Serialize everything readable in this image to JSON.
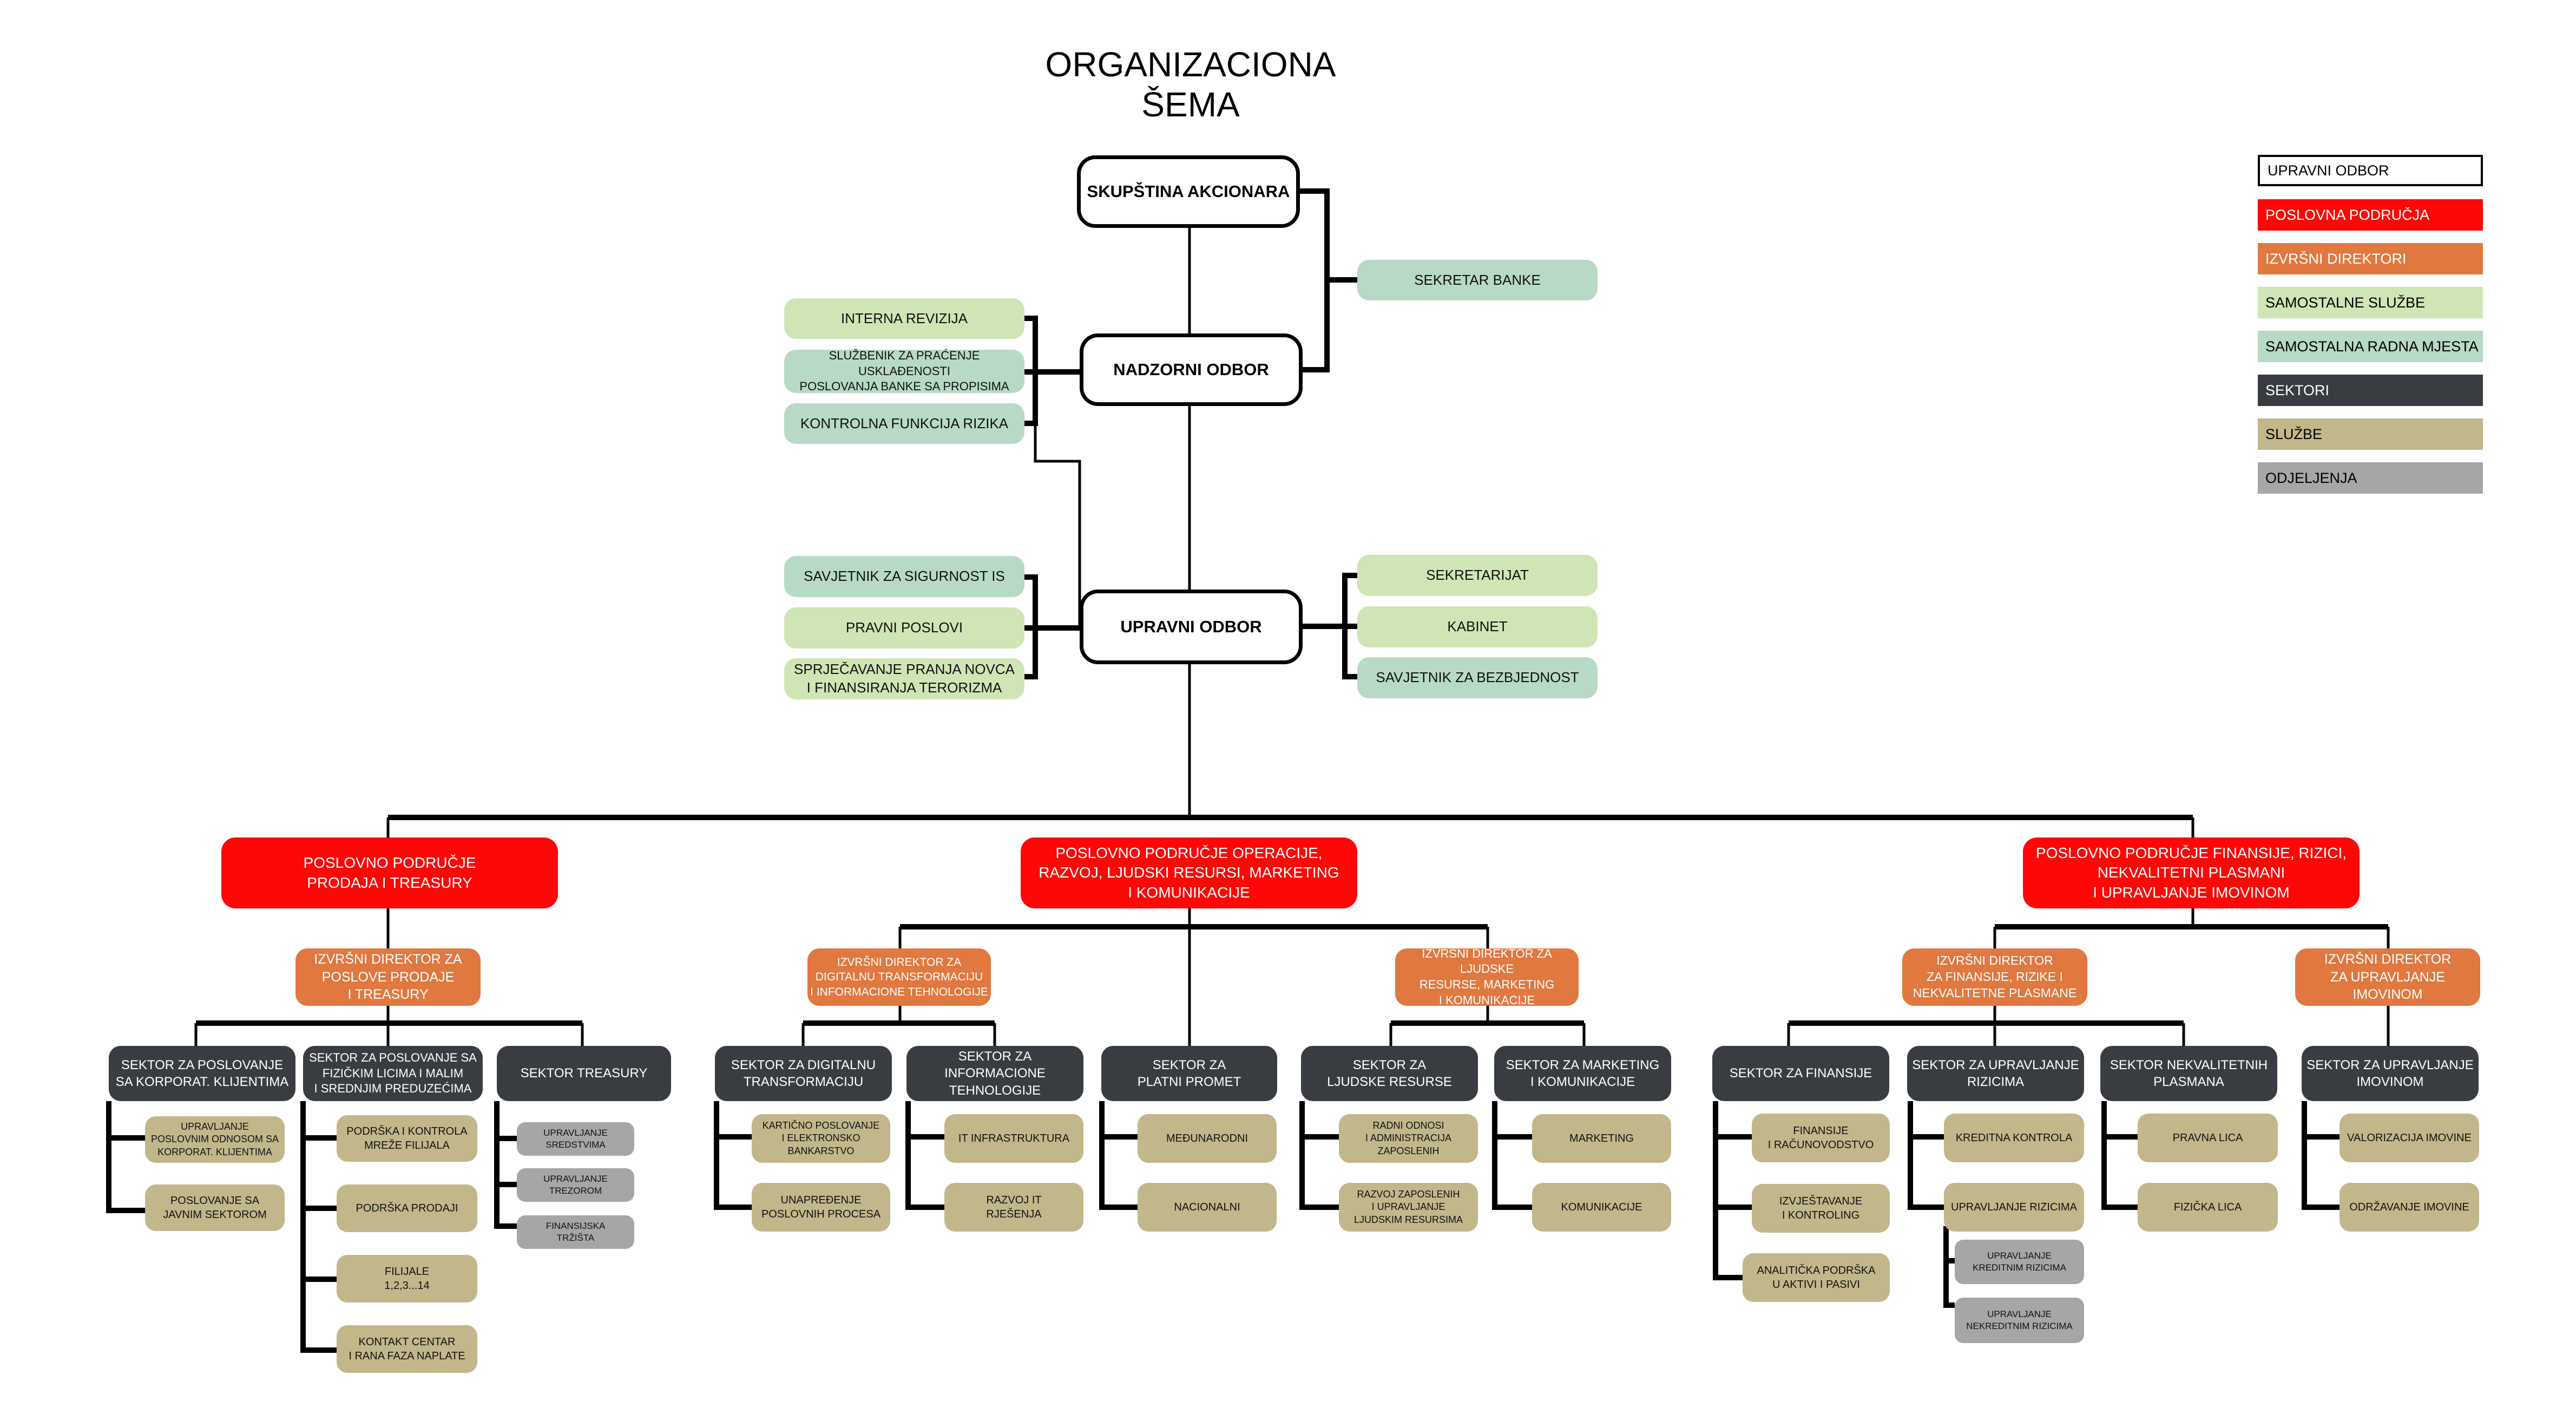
{
  "title": "ORGANIZACIONA ŠEMA",
  "legend": [
    {
      "label": "UPRAVNI ODBOR",
      "color": "#ffffff"
    },
    {
      "label": "POSLOVNA PODRUČJA",
      "color": "#ff0707"
    },
    {
      "label": "IZVRŠNI DIREKTORI",
      "color": "#e07840"
    },
    {
      "label": "SAMOSTALNE SLUŽBE",
      "color": "#d0e5b5"
    },
    {
      "label": "SAMOSTALNA RADNA MJESTA",
      "color": "#b8d9c5"
    },
    {
      "label": "SEKTORI",
      "color": "#393d42"
    },
    {
      "label": "SLUŽBE",
      "color": "#c2b78a"
    },
    {
      "label": "ODJELJENJA",
      "color": "#a6a6a6"
    }
  ],
  "governance": {
    "skupstina": "SKUPŠTINA AKCIONARA",
    "sekretar_banke": "SEKRETAR BANKE",
    "nadzorni": "NADZORNI ODBOR",
    "nadzorni_left": [
      "INTERNA REVIZIJA",
      "SLUŽBENIK ZA PRAĆENJE USKLAĐENOSTI\nPOSLOVANJA BANKE SA PROPISIMA",
      "KONTROLNA FUNKCIJA RIZIKA"
    ],
    "upravni": "UPRAVNI ODBOR",
    "upravni_left": [
      "SAVJETNIK ZA SIGURNOST IS",
      "PRAVNI POSLOVI",
      "SPRJEČAVANJE PRANJA NOVCA\nI FINANSIRANJA TERORIZMA"
    ],
    "upravni_right": [
      "SEKRETARIJAT",
      "KABINET",
      "SAVJETNIK ZA BEZBJEDNOST"
    ]
  },
  "areas": [
    {
      "name": "POSLOVNO PODRUČJE\nPRODAJA I TREASURY",
      "directors": [
        {
          "name": "IZVRŠNI DIREKTOR ZA\nPOSLOVE PRODAJE\nI TREASURY",
          "sectors": [
            {
              "name": "SEKTOR ZA POSLOVANJE\nSA KORPORAT. KLIJENTIMA",
              "units": [
                "UPRAVLJANJE\nPOSLOVNIM ODNOSOM SA\nKORPORAT. KLIJENTIMA",
                "POSLOVANJE SA\nJAVNIM SEKTOROM"
              ]
            },
            {
              "name": "SEKTOR ZA POSLOVANJE SA\nFIZIČKIM LICIMA I MALIM\nI SREDNJIM PREDUZEĆIMA",
              "units": [
                "PODRŠKA I KONTROLA\nMREŽE FILIJALA",
                "PODRŠKA PRODAJI",
                "FILIJALE\n1,2,3...14",
                "KONTAKT CENTAR\nI RANA FAZA NAPLATE"
              ]
            },
            {
              "name": "SEKTOR TREASURY",
              "departments": [
                "UPRAVLJANJE\nSREDSTVIMA",
                "UPRAVLJANJE\nTREZOROM",
                "FINANSIJSKA\nTRŽIŠTA"
              ]
            }
          ]
        }
      ]
    },
    {
      "name": "POSLOVNO PODRUČJE OPERACIJE,\nRAZVOJ, LJUDSKI RESURSI, MARKETING\nI KOMUNIKACIJE",
      "directors": [
        {
          "name": "IZVRŠNI DIREKTOR ZA\nDIGITALNU TRANSFORMACIJU\nI INFORMACIONE TEHNOLOGIJE",
          "sectors": [
            {
              "name": "SEKTOR ZA DIGITALNU\nTRANSFORMACIJU",
              "units": [
                "KARTIČNO POSLOVANJE\nI ELEKTRONSKO\nBANKARSTVO",
                "UNAPREĐENJE\nPOSLOVNIH PROCESA"
              ]
            },
            {
              "name": "SEKTOR ZA INFORMACIONE\nTEHNOLOGIJE",
              "units": [
                "IT INFRASTRUKTURA",
                "RAZVOJ IT\nRJEŠENJA"
              ]
            }
          ]
        },
        {
          "name": "IZVRŠNI DIREKTOR ZA LJUDSKE\nRESURSE, MARKETING\nI KOMUNIKACIJE",
          "sectors": [
            {
              "name": "SEKTOR ZA\nLJUDSKE RESURSE",
              "units": [
                "RADNI ODNOSI\nI ADMINISTRACIJA\nZAPOSLENIH",
                "RAZVOJ ZAPOSLENIH\nI UPRAVLJANJE\nLJUDSKIM RESURSIMA"
              ]
            },
            {
              "name": "SEKTOR ZA MARKETING\nI KOMUNIKACIJE",
              "units": [
                "MARKETING",
                "KOMUNIKACIJE"
              ]
            }
          ]
        }
      ],
      "direct_sector": {
        "name": "SEKTOR ZA\nPLATNI PROMET",
        "units": [
          "MEĐUNARODNI",
          "NACIONALNI"
        ]
      }
    },
    {
      "name": "POSLOVNO PODRUČJE FINANSIJE, RIZICI,\nNEKVALITETNI PLASMANI\nI UPRAVLJANJE IMOVINOM",
      "directors": [
        {
          "name": "IZVRŠNI DIREKTOR\nZA FINANSIJE, RIZIKE I\nNEKVALITETNE PLASMANE",
          "sectors": [
            {
              "name": "SEKTOR ZA FINANSIJE",
              "units": [
                "FINANSIJE\nI RAČUNOVODSTVO",
                "IZVJEŠTAVANJE\nI KONTROLING",
                "ANALITIČKA PODRŠKA\nU AKTIVI I PASIVI"
              ]
            },
            {
              "name": "SEKTOR ZA UPRAVLJANJE\nRIZICIMA",
              "units": [
                "KREDITNA KONTROLA",
                "UPRAVLJANJE RIZICIMA"
              ],
              "departments": [
                "UPRAVLJANJE\nKREDITNIM RIZICIMA",
                "UPRAVLJANJE\nNEKREDITNIM RIZICIMA"
              ]
            },
            {
              "name": "SEKTOR NEKVALITETNIH\nPLASMANA",
              "units": [
                "PRAVNA LICA",
                "FIZIČKA LICA"
              ]
            }
          ]
        },
        {
          "name": "IZVRŠNI DIREKTOR\nZA UPRAVLJANJE\nIMOVINOM",
          "sectors": [
            {
              "name": "SEKTOR ZA UPRAVLJANJE\nIMOVINOM",
              "units": [
                "VALORIZACIJA IMOVINE",
                "ODRŽAVANJE IMOVINE"
              ]
            }
          ]
        }
      ]
    }
  ]
}
